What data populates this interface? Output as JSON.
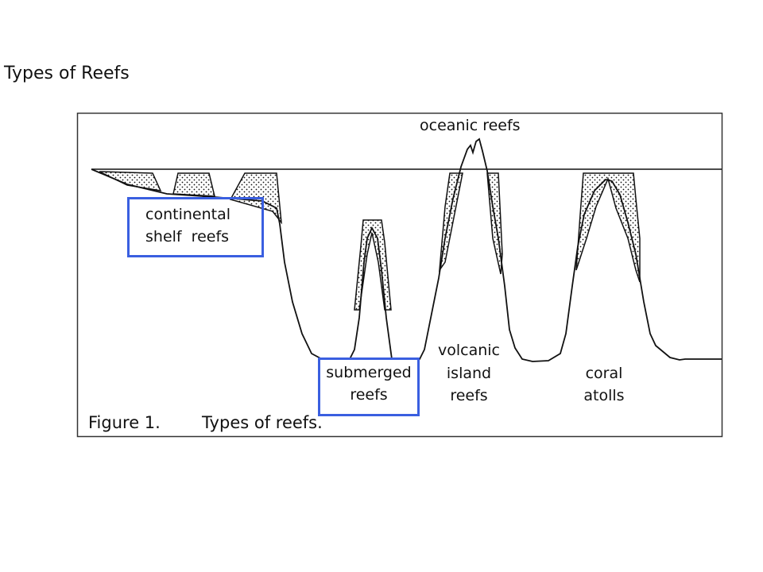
{
  "page_title": "Types of Reefs",
  "figure": {
    "caption_number": "Figure 1.",
    "caption_text": "Types of reefs.",
    "labels": {
      "oceanic": "oceanic reefs",
      "continental_1": "continental",
      "continental_2": "shelf  reefs",
      "submerged_1": "submerged",
      "submerged_2": "reefs",
      "volcanic_1": "volcanic",
      "volcanic_2": "island",
      "volcanic_3": "reefs",
      "atoll_1": "coral",
      "atoll_2": "atolls"
    },
    "highlight_color": "#3a5fe0"
  }
}
